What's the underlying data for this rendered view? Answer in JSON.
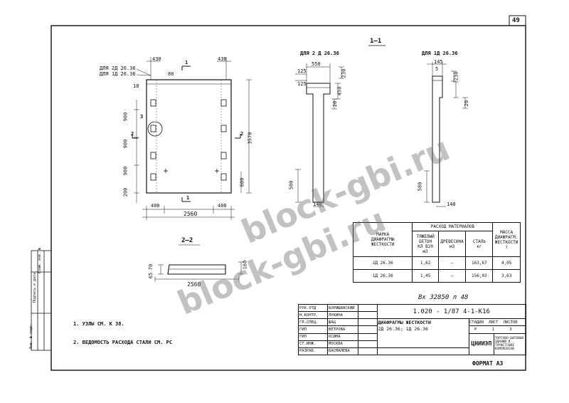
{
  "sheet": {
    "page_number": "49",
    "format_label": "ФОРМАТ  А3",
    "ink_color": "#111111",
    "watermark_color": "#6e6e6e"
  },
  "section_labels": {
    "view_1_1": "1—1",
    "view_2_2": "2—2",
    "left_mark_2d": "ДЛЯ 2Д 26.36",
    "left_mark_1d": "ДЛЯ 1Д 26.36",
    "profile_2d": "ДЛЯ 2 Д 26.36",
    "profile_1d": "ДЛЯ 1Д 26.36"
  },
  "dimensions": {
    "top_left": "430",
    "top_right": "430",
    "d80": "80",
    "d1": "1",
    "d18": "18",
    "ref3": "3",
    "v900a": "900",
    "v900b": "900",
    "v900c": "900",
    "v200": "200",
    "total_h": "3570",
    "r600": "600",
    "cut2a": "2",
    "cut2b": "2",
    "bot_400a": "400",
    "bot_400b": "400",
    "width_2560": "2560",
    "mid_1": "1",
    "p550": "550",
    "p125a": "125",
    "p125b": "125",
    "p230a": "230",
    "p450": "450",
    "p20a": "20",
    "p500": "500",
    "p140a": "140",
    "p140b": "140",
    "p145": "145",
    "p5": "5",
    "p230b": "230",
    "p20b": "20",
    "p580": "580",
    "s22_width": "2560",
    "s22_160": "160",
    "s22_65": "65",
    "s22_70": "70"
  },
  "notes": [
    "1. УЗЛЫ СМ. К 38.",
    "2. ВЕДОМОСТЬ РАСХОДА СТАЛИ СМ. РС"
  ],
  "spec_table": {
    "h_mark": "МАРКА",
    "h_mark2": "ДИАФРАГМЫ",
    "h_mark3": "ЖЕСТКОСТИ",
    "h_materials": "РАСХОД  МАТЕРИАЛОВ",
    "h_mass": "МАССА",
    "h_mass2": "ДИАФРАГМ.",
    "h_mass3": "ЖЕСТКОСТИ",
    "h_mass4": "т",
    "h_concrete": "ТЯЖЕЛЫЙ",
    "h_concrete2": "БЕТОН",
    "h_concrete3": "КЛ В20",
    "h_concrete4": "м3",
    "h_wood": "ДРЕВЕСИНА",
    "h_wood2": "м3",
    "h_steel": "СТАЛЬ",
    "h_steel2": "кг",
    "rows": [
      {
        "mark": "2Д 26.36",
        "concrete": "1,62",
        "wood": "—",
        "steel": "163,67",
        "mass": "4,05"
      },
      {
        "mark": "1Д 26.36",
        "concrete": "1,45",
        "wood": "—",
        "steel": "156,03",
        "mass": "3,63"
      }
    ]
  },
  "title_block": {
    "inv_note": "Вх 32850 л 48",
    "doc_code": "1.020 - 1/87  4-1-К16",
    "title": "ДИАФРАГМЫ ЖЕСТКОСТИ",
    "subtitle": "2Д 26.36;  1Д 26.36",
    "roles": [
      {
        "role": "РУК.ОТД",
        "name": "БОРИШАНСКИЙ"
      },
      {
        "role": "Н.КОНТР.",
        "name": "ЛУКИНА"
      },
      {
        "role": "ГЛ.СПЕЦ.",
        "name": "ШАЦ"
      },
      {
        "role": "ГИП",
        "name": "ВЕТРОВА"
      },
      {
        "role": "ГИП",
        "name": "ОСИНА"
      },
      {
        "role": "СТ.ИНЖ.",
        "name": "МОСКВА"
      },
      {
        "role": "РАЗРАБ.",
        "name": "БАСМАЛЕВА"
      }
    ],
    "h_stage": "СТАДИЯ",
    "h_sheet": "ЛИСТ",
    "h_sheets": "ЛИСТОВ",
    "stage": "Р",
    "sheet": "1",
    "sheets": "3",
    "org": "ЦНИИЭП",
    "org_desc": "ТОРГОВО-БЫТОВЫХ ЗДАНИЙ И ТУРИСТСКИХ КОМПЛЕКСОВ"
  },
  "side_stamp": {
    "c1": "Инв. № подл.",
    "c2": "Подпись и дата",
    "c3": "Взам. инв. №"
  },
  "watermarks": {
    "site1": "block-gbi.ru",
    "site2": "block-gbi.ru"
  }
}
